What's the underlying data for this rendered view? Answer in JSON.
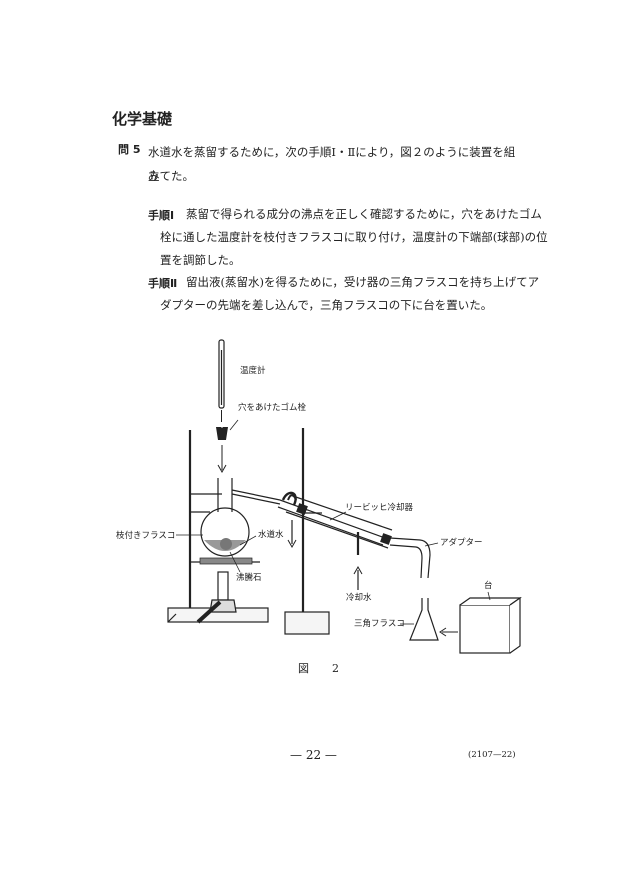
{
  "section": {
    "title": "化学基礎"
  },
  "question": {
    "label": "問 5",
    "text_line1": "水道水を蒸留するために，次の手順Ⅰ・Ⅱにより，図２のように装置を組み",
    "text_line2": "立てた。"
  },
  "steps": [
    {
      "label": "手順Ⅰ",
      "lines": [
        "蒸留で得られる成分の沸点を正しく確認するために，穴をあけたゴム",
        "栓に通した温度計を枝付きフラスコに取り付け，温度計の下端部(球部)の位",
        "置を調節した。"
      ]
    },
    {
      "label": "手順Ⅱ",
      "lines": [
        "留出液(蒸留水)を得るために，受け器の三角フラスコを持ち上げてア",
        "ダプターの先端を差し込んで，三角フラスコの下に台を置いた。"
      ]
    }
  ],
  "figure": {
    "labels": {
      "thermometer": "温度計",
      "stopper": "穴をあけたゴム栓",
      "liebig": "リービッヒ冷却器",
      "adapter": "アダプター",
      "branch_flask": "枝付きフラスコ",
      "tap_water": "水道水",
      "boiling_stone": "沸騰石",
      "cooling_water": "冷却水",
      "stand": "台",
      "erlenmeyer": "三角フラスコ"
    },
    "caption": "図　2"
  },
  "footer": {
    "page": "— 22 —",
    "code": "(2107—22)"
  }
}
